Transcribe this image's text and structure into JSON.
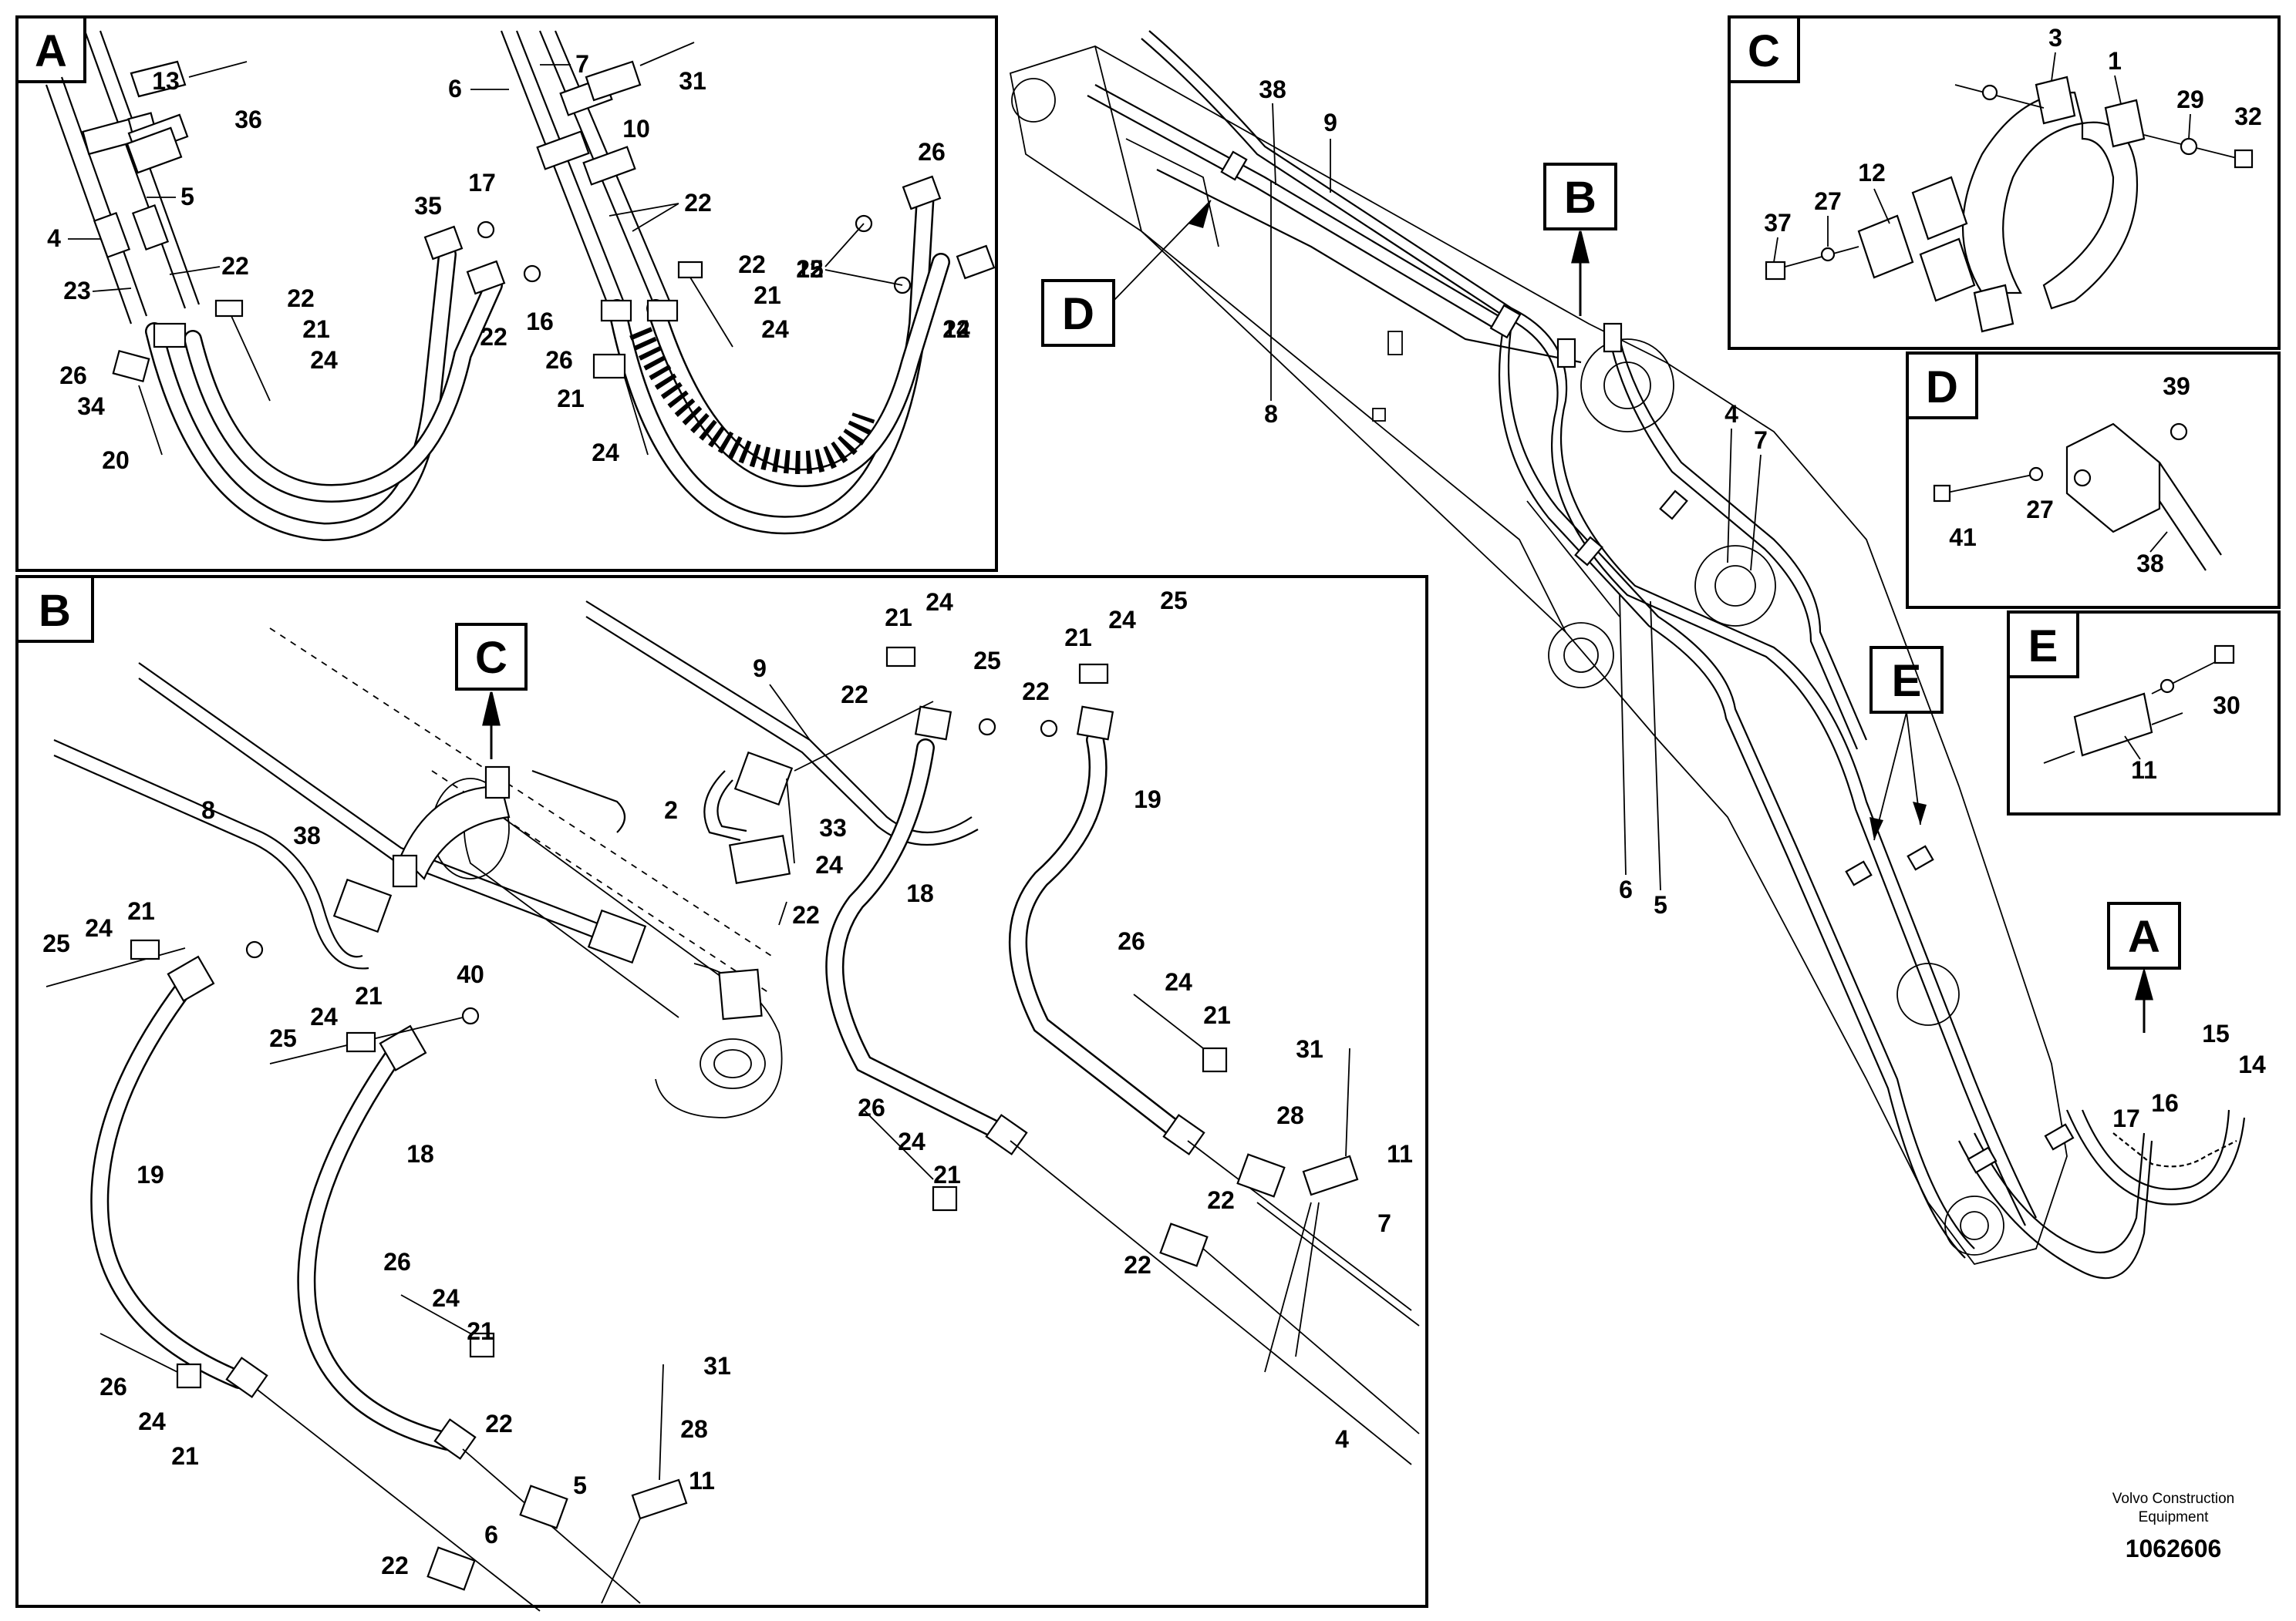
{
  "views": {
    "a": {
      "letter": "A"
    },
    "b": {
      "letter": "B"
    },
    "c": {
      "letter": "C"
    },
    "d": {
      "letter": "D"
    },
    "e": {
      "letter": "E"
    }
  },
  "callouts": {
    "a": [
      "13",
      "36",
      "7",
      "6",
      "31",
      "10",
      "5",
      "4",
      "23",
      "22",
      "22",
      "21",
      "24",
      "26",
      "34",
      "20",
      "35",
      "17",
      "22",
      "16",
      "22",
      "22",
      "22",
      "21",
      "24",
      "26",
      "21",
      "24",
      "26",
      "15",
      "22",
      "14"
    ],
    "b": [
      "8",
      "38",
      "25",
      "24",
      "21",
      "19",
      "25",
      "24",
      "21",
      "18",
      "40",
      "2",
      "33",
      "24",
      "22",
      "21",
      "24",
      "25",
      "22",
      "21",
      "24",
      "25",
      "22",
      "9",
      "18",
      "19",
      "26",
      "24",
      "21",
      "26",
      "24",
      "21",
      "31",
      "28",
      "11",
      "22",
      "22",
      "7",
      "4",
      "26",
      "24",
      "21",
      "26",
      "24",
      "21",
      "22",
      "22",
      "6",
      "5",
      "11",
      "28",
      "31"
    ],
    "c": [
      "3",
      "1",
      "29",
      "32",
      "12",
      "27",
      "37"
    ],
    "d": [
      "39",
      "27",
      "41",
      "38"
    ],
    "e": [
      "30",
      "11"
    ],
    "overview": [
      "38",
      "9",
      "8",
      "4",
      "7",
      "6",
      "5",
      "17",
      "16",
      "15",
      "14"
    ]
  },
  "footer": {
    "brand_line1": "Volvo Construction",
    "brand_line2": "Equipment",
    "doc_number": "1062606"
  }
}
